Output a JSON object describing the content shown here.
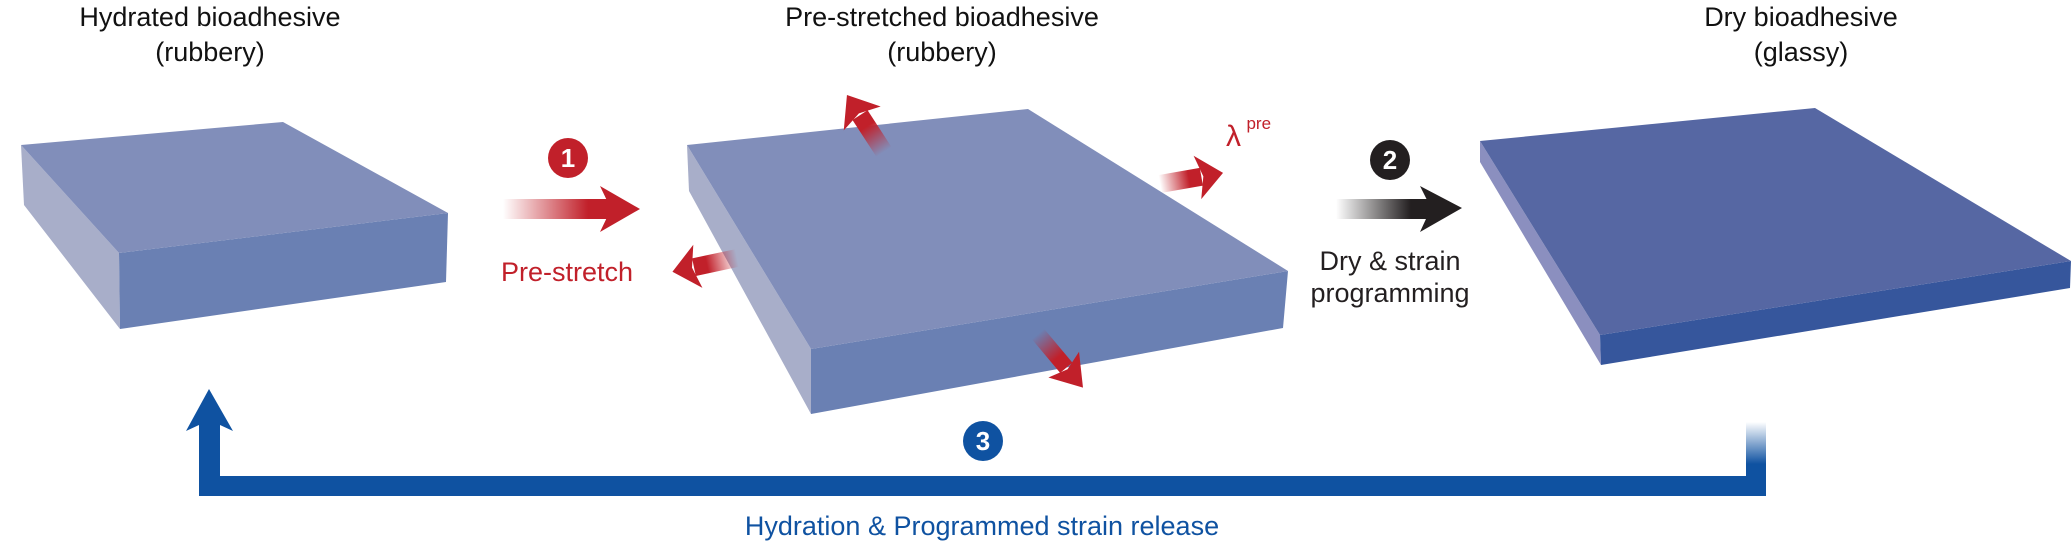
{
  "stages": [
    {
      "id": "hydrated",
      "title_line1": "Hydrated bioadhesive",
      "title_line2": "(rubbery)"
    },
    {
      "id": "pre-stretched",
      "title_line1": "Pre-stretched bioadhesive",
      "title_line2": "(rubbery)"
    },
    {
      "id": "dry",
      "title_line1": "Dry bioadhesive",
      "title_line2": "(glassy)"
    }
  ],
  "steps": [
    {
      "number": "1",
      "label_line1": "Pre-stretch",
      "color": "#c1202a"
    },
    {
      "number": "2",
      "label_line1": "Dry & strain",
      "label_line2": "programming",
      "color": "#231f20"
    },
    {
      "number": "3",
      "label_line1": "Hydration & Programmed strain release",
      "color": "#0f52a1"
    }
  ],
  "stretch_annotation": {
    "symbol": "λ",
    "superscript": "pre",
    "color": "#c1202a"
  },
  "colors": {
    "rubbery_top": "#818eba",
    "rubbery_front": "#6a80b3",
    "rubbery_side": "#a8aec9",
    "glassy_top": "#5667a3",
    "glassy_front": "#36569c",
    "glassy_side": "#8b8fbf"
  }
}
